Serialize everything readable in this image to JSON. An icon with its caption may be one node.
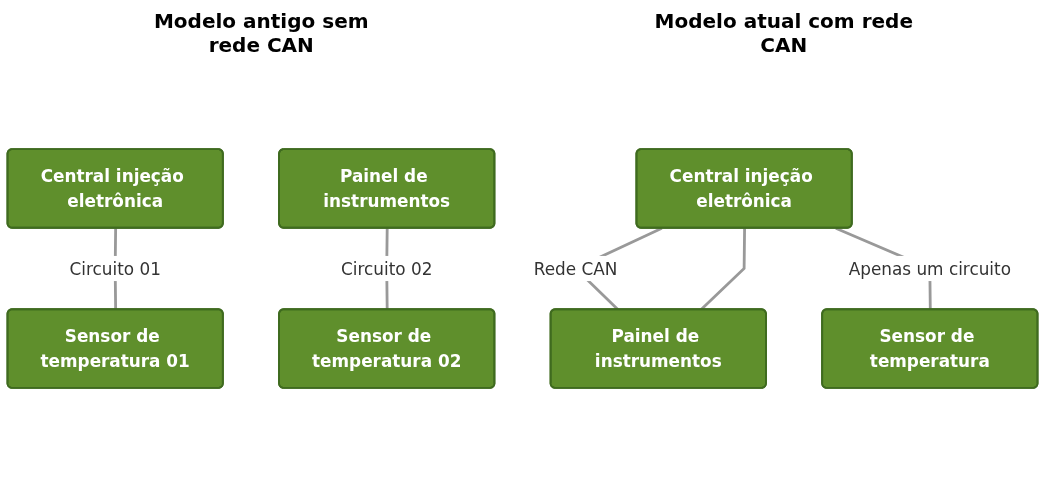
{
  "diagram": {
    "nodes": [
      {
        "text": [
          "Central injeção eletrônica"
        ]
      },
      {
        "text": [
          "Painel de instrumentos"
        ]
      },
      {
        "text": [
          "Central injeção eletrônica"
        ]
      },
      {
        "text": [
          "Painel de instrumentos"
        ]
      },
      {
        "text": [
          "Sensor de temperatura 01"
        ]
      },
      {
        "text": [
          "Sensor de temperatura 02"
        ]
      },
      {
        "text": [
          "Sensor de temperatura"
        ]
      }
    ],
    "edges": [
      {
        "from": 0,
        "to": 4,
        "arrow": "none",
        "label": "Circuito 01"
      },
      {
        "from": 1,
        "to": 5,
        "arrow": "none",
        "label": "Circuito 02"
      },
      {
        "from": 2,
        "to": 3,
        "arrow": "none",
        "label": "Rede CAN"
      },
      {
        "from": 2,
        "to": 3,
        "arrow": "none"
      },
      {
        "from": 2,
        "to": 6,
        "arrow": "none",
        "label": "Apenas um circuito"
      }
    ],
    "labels": [
      "Modelo antigo sem rede CAN",
      "Modelo atual com rede CAN"
    ]
  }
}
